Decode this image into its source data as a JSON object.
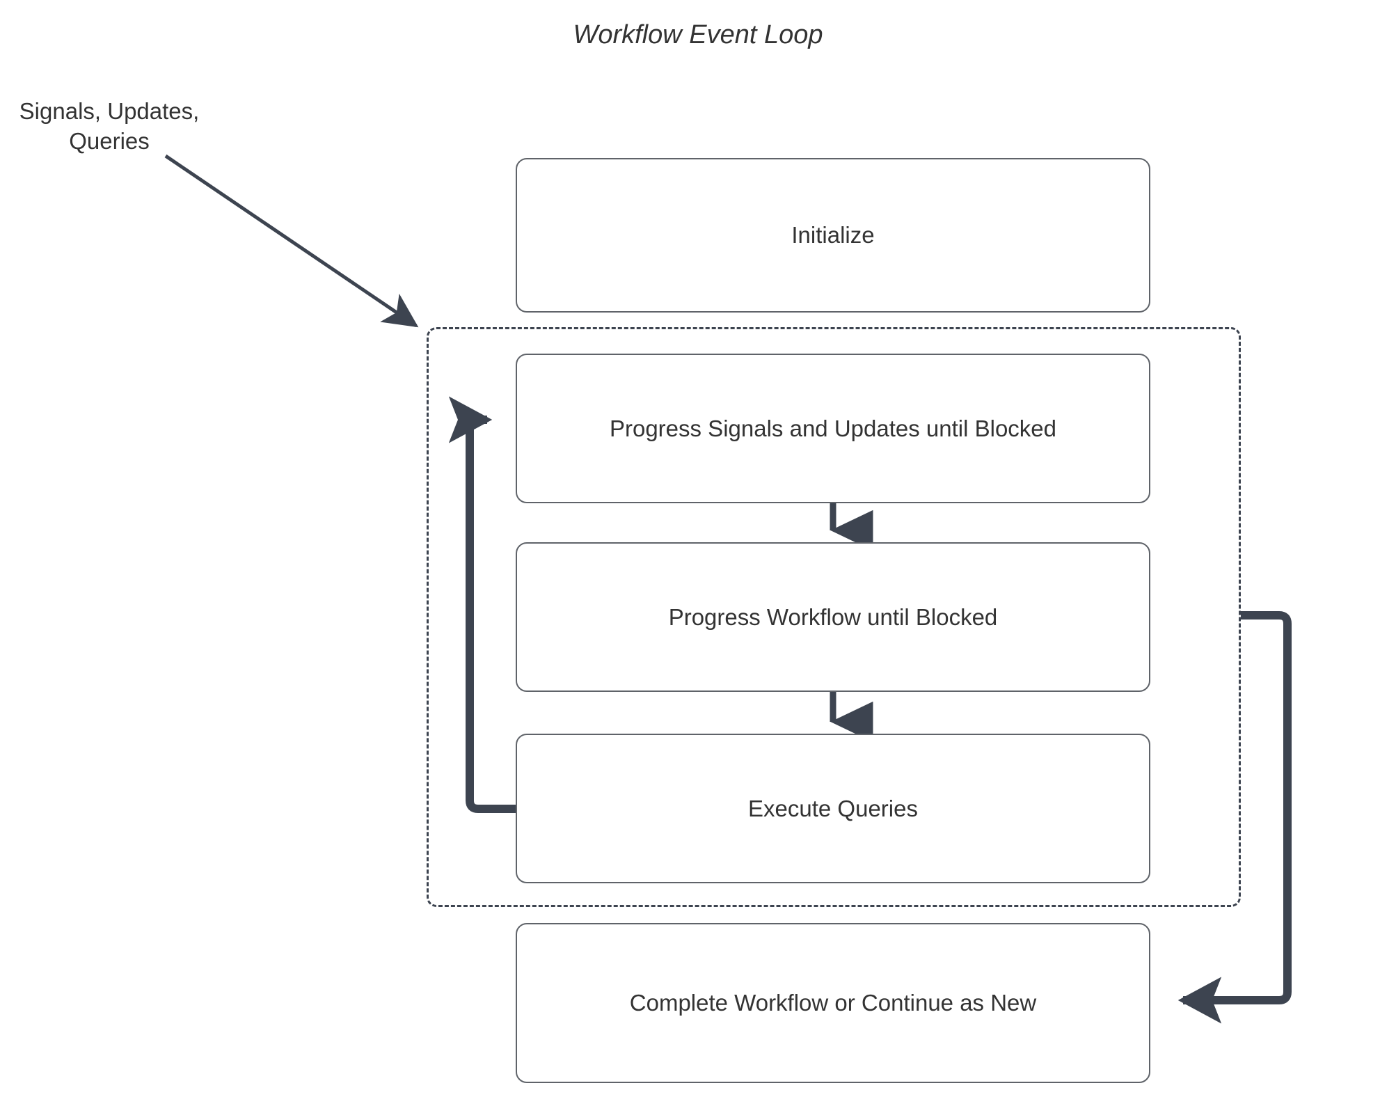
{
  "diagram": {
    "title": "Workflow Event Loop",
    "type": "flowchart",
    "background_color": "#ffffff",
    "text_color": "#333333",
    "node_border_color": "#5f6369",
    "connector_color": "#3d4450",
    "dashed_border_color": "#3d4450"
  },
  "external_input": {
    "label_line1": "Signals, Updates,",
    "label_line2": "Queries",
    "label_full": "Signals, Updates, Queries",
    "target": "loop-container"
  },
  "nodes": [
    {
      "id": "initialize",
      "label": "Initialize",
      "inside_loop": false
    },
    {
      "id": "progress-signals",
      "label": "Progress Signals and Updates until Blocked",
      "inside_loop": true
    },
    {
      "id": "progress-workflow",
      "label": "Progress Workflow until Blocked",
      "inside_loop": true
    },
    {
      "id": "execute-queries",
      "label": "Execute Queries",
      "inside_loop": true
    },
    {
      "id": "complete",
      "label": "Complete Workflow or Continue as New",
      "inside_loop": false
    }
  ],
  "loop_container": {
    "style": "dashed",
    "label": ""
  },
  "connectors": [
    {
      "id": "input-to-loop",
      "from": "Signals, Updates, Queries",
      "to": "loop-container",
      "style": "solid-thin-diagonal",
      "arrow": "end"
    },
    {
      "id": "signals-to-workflow",
      "from": "progress-signals",
      "to": "progress-workflow",
      "style": "solid-vertical",
      "arrow": "end"
    },
    {
      "id": "workflow-to-queries",
      "from": "progress-workflow",
      "to": "execute-queries",
      "style": "solid-vertical",
      "arrow": "end"
    },
    {
      "id": "queries-back-to-signals",
      "from": "execute-queries",
      "to": "progress-signals",
      "style": "thick-elbow-left",
      "arrow": "end"
    },
    {
      "id": "loop-to-complete",
      "from": "loop-container",
      "to": "complete",
      "style": "thick-elbow-right",
      "arrow": "end"
    }
  ]
}
